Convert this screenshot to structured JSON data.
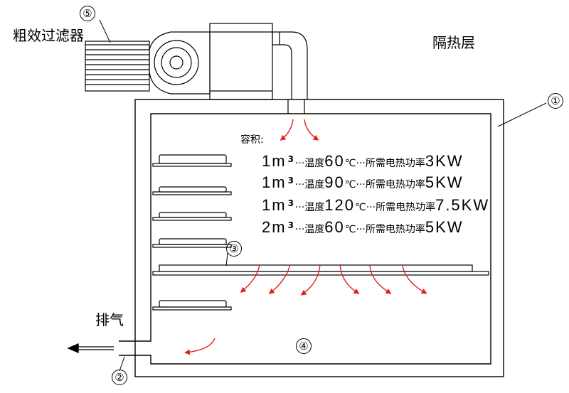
{
  "labels": {
    "filter": "粗效过滤器",
    "insulation": "隔热层",
    "exhaust": "排气",
    "volume": "容积:"
  },
  "callouts": [
    "①",
    "②",
    "③",
    "④",
    "⑤"
  ],
  "specs": [
    {
      "vol": "1m",
      "exp": "3",
      "mid1": "···温度",
      "temp": "60",
      "unit": "℃···所需电热功率",
      "power": "3KW"
    },
    {
      "vol": "1m",
      "exp": "3",
      "mid1": "···温度",
      "temp": "90",
      "unit": "℃···所需电热功率",
      "power": "5KW"
    },
    {
      "vol": "1m",
      "exp": "3",
      "mid1": "···温度",
      "temp": "120",
      "unit": "℃···所需电热功率",
      "power": "7.5KW"
    },
    {
      "vol": "2m",
      "exp": "3",
      "mid1": "···温度",
      "temp": "60",
      "unit": "℃···所需电热功率",
      "power": "5KW"
    }
  ],
  "colors": {
    "line": "#000000",
    "airflow": "#e02020"
  }
}
